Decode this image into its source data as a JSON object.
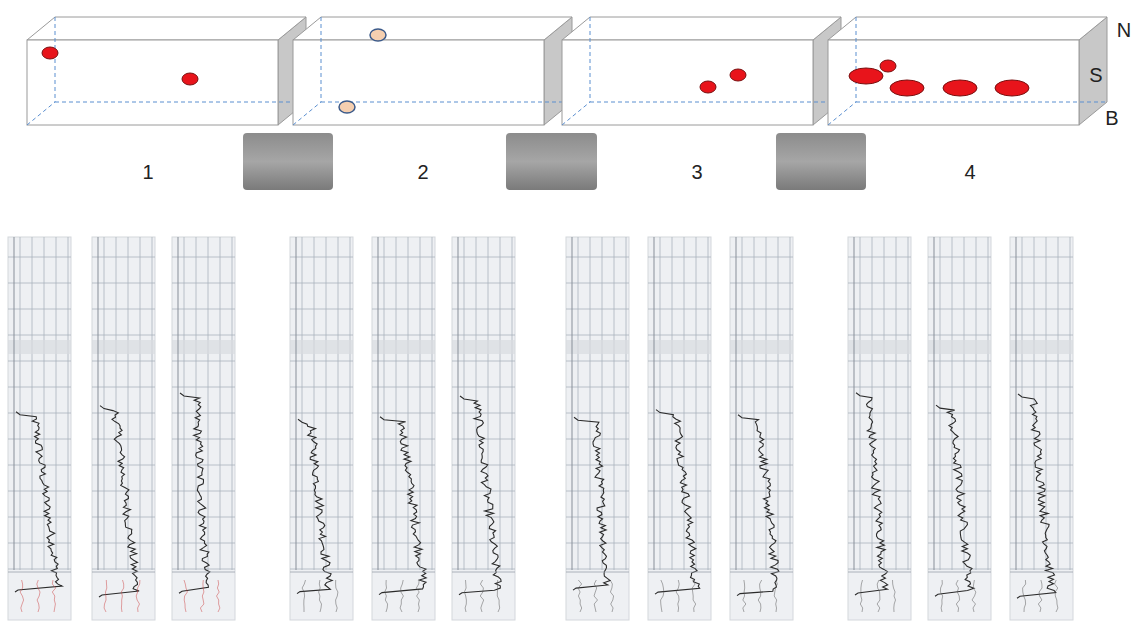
{
  "diagram": {
    "labels": [
      "1",
      "2",
      "3",
      "4",
      "N",
      "S",
      "B"
    ]
  }
}
